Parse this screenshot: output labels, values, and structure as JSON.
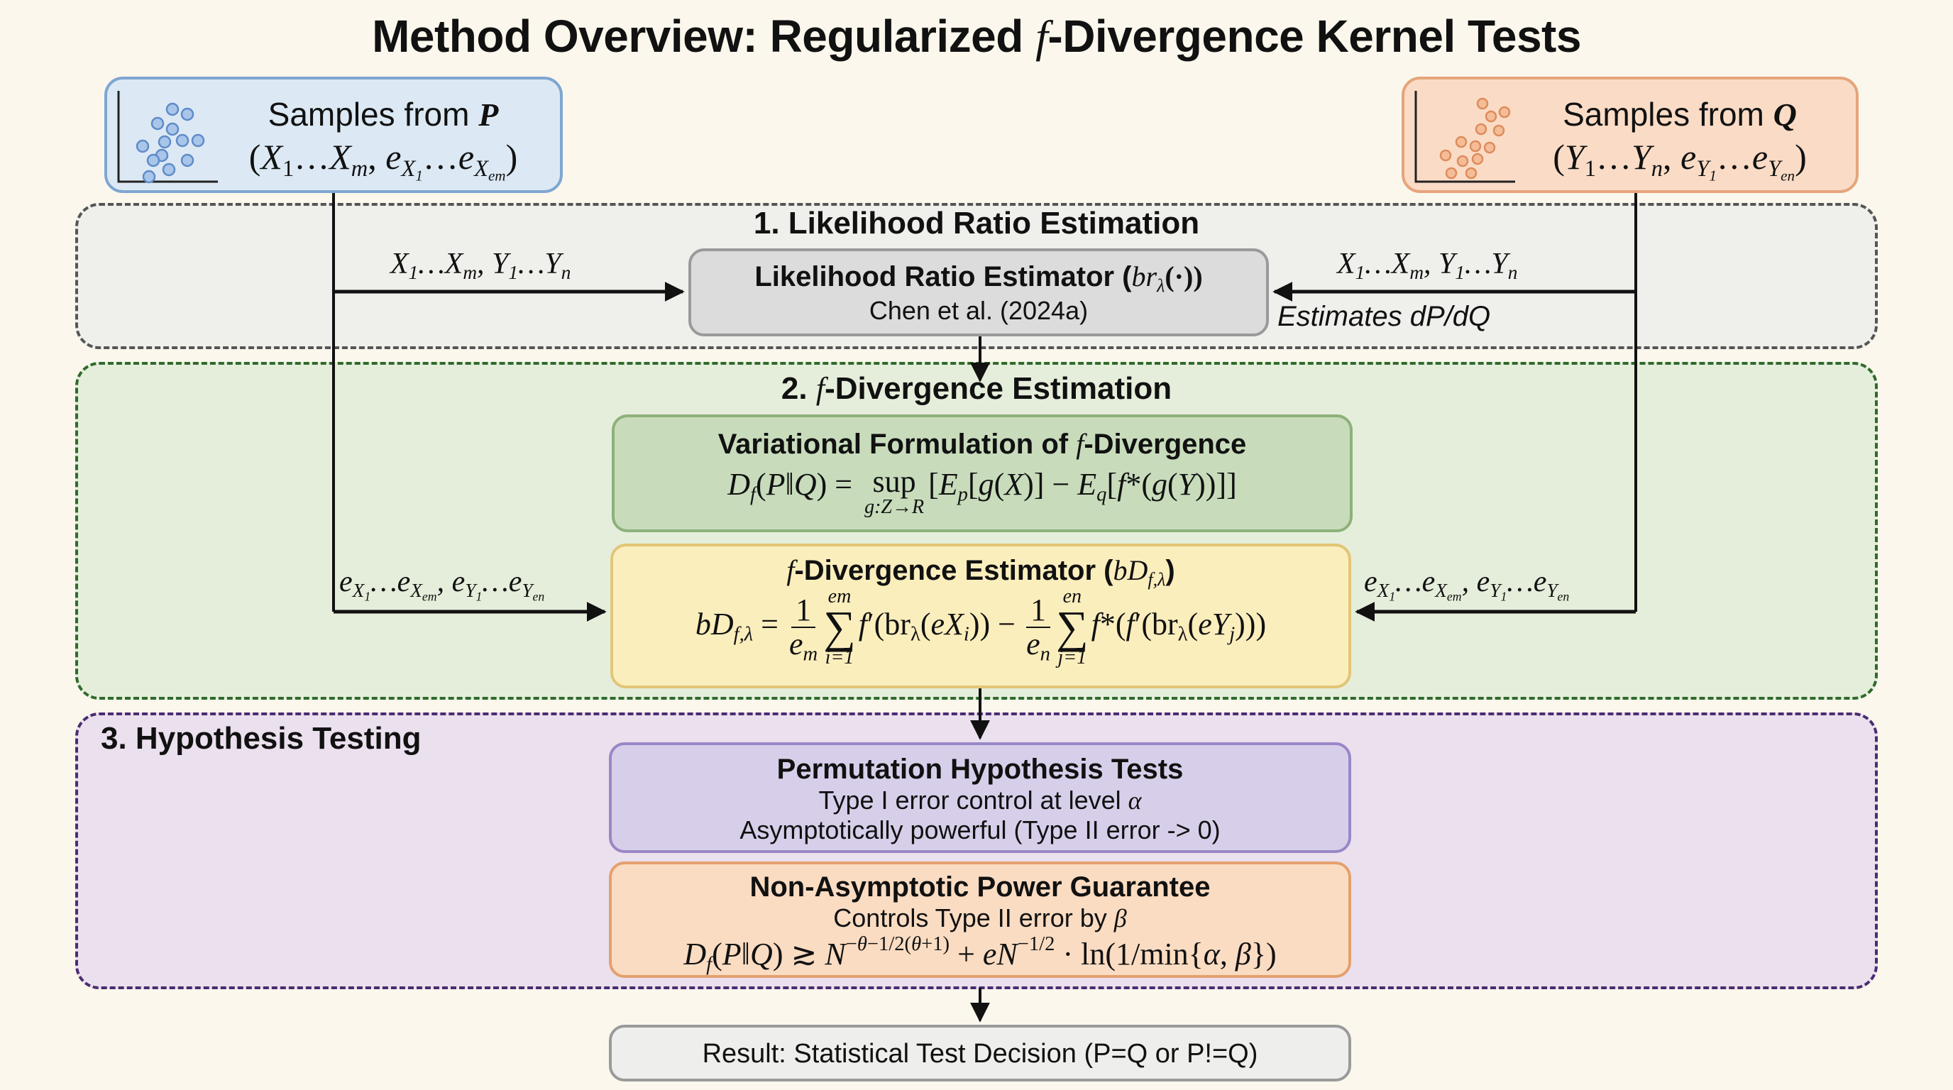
{
  "title": {
    "prefix": "Method Overview: Regularized ",
    "f_symbol": "f",
    "suffix": "-Divergence Kernel Tests"
  },
  "samples_p": {
    "label": "Samples from ",
    "dist": "P",
    "tuple": "(X₁…Xₘ, e_X₁…e_Xem)",
    "color_fill": "#dce9f4",
    "color_border": "#7fa6d1",
    "dot_color": "#6b96cf"
  },
  "samples_q": {
    "label": "Samples from ",
    "dist": "Q",
    "tuple": "(Y₁…Yₙ, e_Y₁…e_Yen)",
    "color_fill": "#fadcc6",
    "color_border": "#e5a57b",
    "dot_color": "#e89a6e"
  },
  "section1": {
    "title": "1. Likelihood Ratio Estimation",
    "estimator": {
      "heading": "Likelihood Ratio Estimator (",
      "symbol": "br",
      "subscript": "λ",
      "arg": "(·))",
      "citation": "Chen et al. (2024a)"
    },
    "left_arrow_label": "X₁…Xₘ, Y₁…Yₙ",
    "right_arrow_label": "X₁…Xₘ, Y₁…Yₙ",
    "right_note": "Estimates dP/dQ"
  },
  "section2": {
    "title_num": "2. ",
    "title_f": "f",
    "title_rest": "-Divergence Estimation",
    "variational": {
      "heading_pre": "Variational Formulation of ",
      "heading_f": "f",
      "heading_post": "-Divergence",
      "formula_lhs": "D_f(P‖Q) =",
      "sup_label": "sup",
      "sup_under": "g:Z→R",
      "formula_rhs": "[E_p[g(X)] − E_q[f*(g(Y))]]"
    },
    "estimator": {
      "heading_f": "f",
      "heading_mid": "-Divergence Estimator (",
      "heading_sym": "bD",
      "heading_sub": "f,λ",
      "heading_close": ")",
      "formula_lhs": "bD_f,λ =",
      "term1_frac_num": "1",
      "term1_frac_den": "e_m",
      "term1_sum_upper": "em",
      "term1_sum_lower": "i=1",
      "term1_body": "f′(br_λ(eX_i))",
      "minus": "−",
      "term2_frac_num": "1",
      "term2_frac_den": "e_n",
      "term2_sum_upper": "en",
      "term2_sum_lower": "j=1",
      "term2_body": "f*(f′(br_λ(eY_j)))"
    },
    "left_arrow_label": "e_X₁…e_Xem, e_Y₁…e_Yen",
    "right_arrow_label": "e_X₁…e_Xem, e_Y₁…e_Yen"
  },
  "section3": {
    "title": "3. Hypothesis Testing",
    "permutation": {
      "heading": "Permutation Hypothesis Tests",
      "line1_text": "Type I error control at level ",
      "line1_symbol": "α",
      "line2": "Asymptotically powerful (Type II error -> 0)"
    },
    "power": {
      "heading": "Non-Asymptotic Power Guarantee",
      "line1_text": "Controls Type II error by ",
      "line1_symbol": "β",
      "formula": "D_f(P‖Q) ≳ N^(−θ−1/2(θ+1)) + eN^(−1/2) · ln(1/min{α, β})"
    }
  },
  "result": {
    "label": "Result: Statistical Test Decision (P=Q or P!=Q)"
  }
}
